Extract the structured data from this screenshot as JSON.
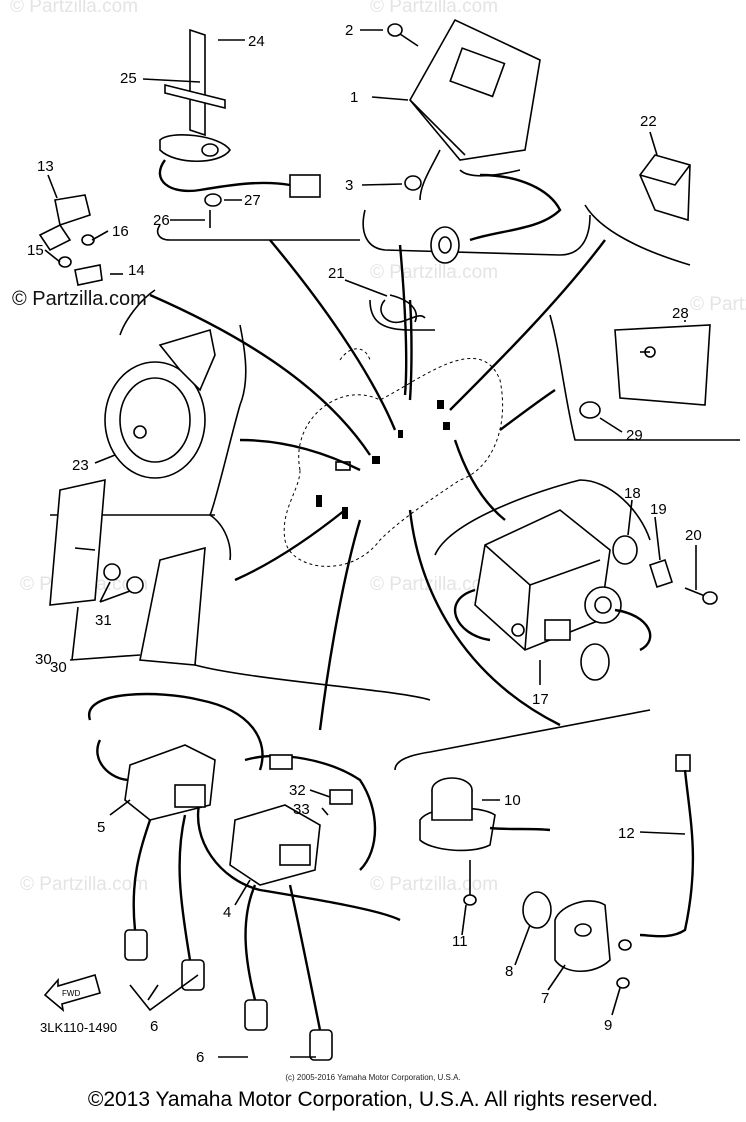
{
  "logo": "© Partzilla.com",
  "watermark": "© Partzilla.com",
  "diagram_code": "3LK110-1490",
  "fwd_label": "FWD",
  "small_copyright": "(c) 2005-2016 Yamaha Motor Corporation, U.S.A.",
  "copyright": "©2013 Yamaha Motor Corporation, U.S.A. All rights reserved.",
  "callouts": {
    "c1": "1",
    "c2": "2",
    "c3": "3",
    "c4": "4",
    "c5": "5",
    "c6a": "6",
    "c6b": "6",
    "c7": "7",
    "c8": "8",
    "c9": "9",
    "c10": "10",
    "c11": "11",
    "c12": "12",
    "c13": "13",
    "c14": "14",
    "c15": "15",
    "c16": "16",
    "c17": "17",
    "c18": "18",
    "c19": "19",
    "c20": "20",
    "c21": "21",
    "c22": "22",
    "c23": "23",
    "c24": "24",
    "c25": "25",
    "c26": "26",
    "c27": "27",
    "c28": "28",
    "c29": "29",
    "c30a": "30",
    "c30b": "30",
    "c31": "31",
    "c32": "32",
    "c33": "33"
  }
}
